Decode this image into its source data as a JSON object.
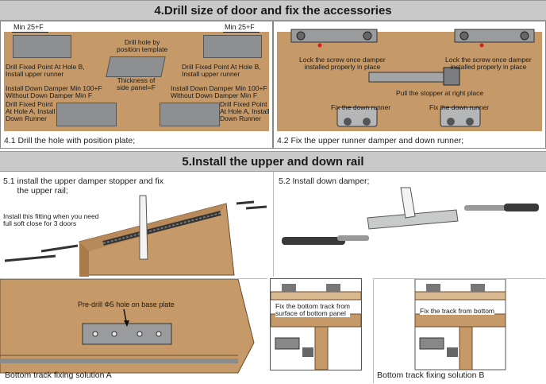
{
  "section4": {
    "title": "4.Drill size of door and fix the accessories",
    "left": {
      "caption": "4.1 Drill the hole with position plate;",
      "min_left": "Min 25+F",
      "min_right": "Min 25+F",
      "drill_hole": "Drill hole by\nposition template",
      "thickness": "Thickness of\nside panel=F",
      "fixed_b_left": "Drill Fixed Point At Hole B,\nInstall upper runner",
      "fixed_b_right": "Drill Fixed Point At Hole B,\nInstall upper runner",
      "damper_left": "Install Down Damper Min 100+F\nWithout Down Damper Min F",
      "damper_right": "Install Down Damper Min 100+F\nWithout Down Damper Min F",
      "fixed_a_left": "Drill Fixed Point\nAt Hole A, Install\nDown Runner",
      "fixed_a_right": "Drill Fixed Point\nAt Hole A, Install\nDown Runner"
    },
    "right": {
      "caption": "4.2 Fix the upper runner damper and down runner;",
      "lock_left": "Lock the screw once damper\ninstalled properly in place",
      "lock_right": "Lock the screw once damper\ninstalled properly in place",
      "pull_stopper": "Pull the stopper at right place",
      "down_runner_left": "Fix the down runner",
      "down_runner_right": "Fix the down runner"
    }
  },
  "section5": {
    "title": "5.Install the upper and down rail",
    "step51": {
      "caption": "5.1 install the upper damper stopper and fix\n      the upper rail;",
      "fitting_note": "Install this fitting when you need\nfull soft close for 3 doors"
    },
    "step52": {
      "caption": "5.2 Install down damper;"
    },
    "solution_a": {
      "predrill": "Pre-drill Φ5 hole on base plate",
      "caption": "Bottom track fixing solution A",
      "fix_note": "Fix the bottom track from\nsurface of bottom panel"
    },
    "solution_b": {
      "fix_note": "Fix the track from bottom",
      "caption": "Bottom track fixing solution B"
    }
  },
  "colors": {
    "wood": "#c69968",
    "header": "#c9c9c9",
    "metal": "#8e8f91",
    "accent_red": "#d0202a"
  }
}
